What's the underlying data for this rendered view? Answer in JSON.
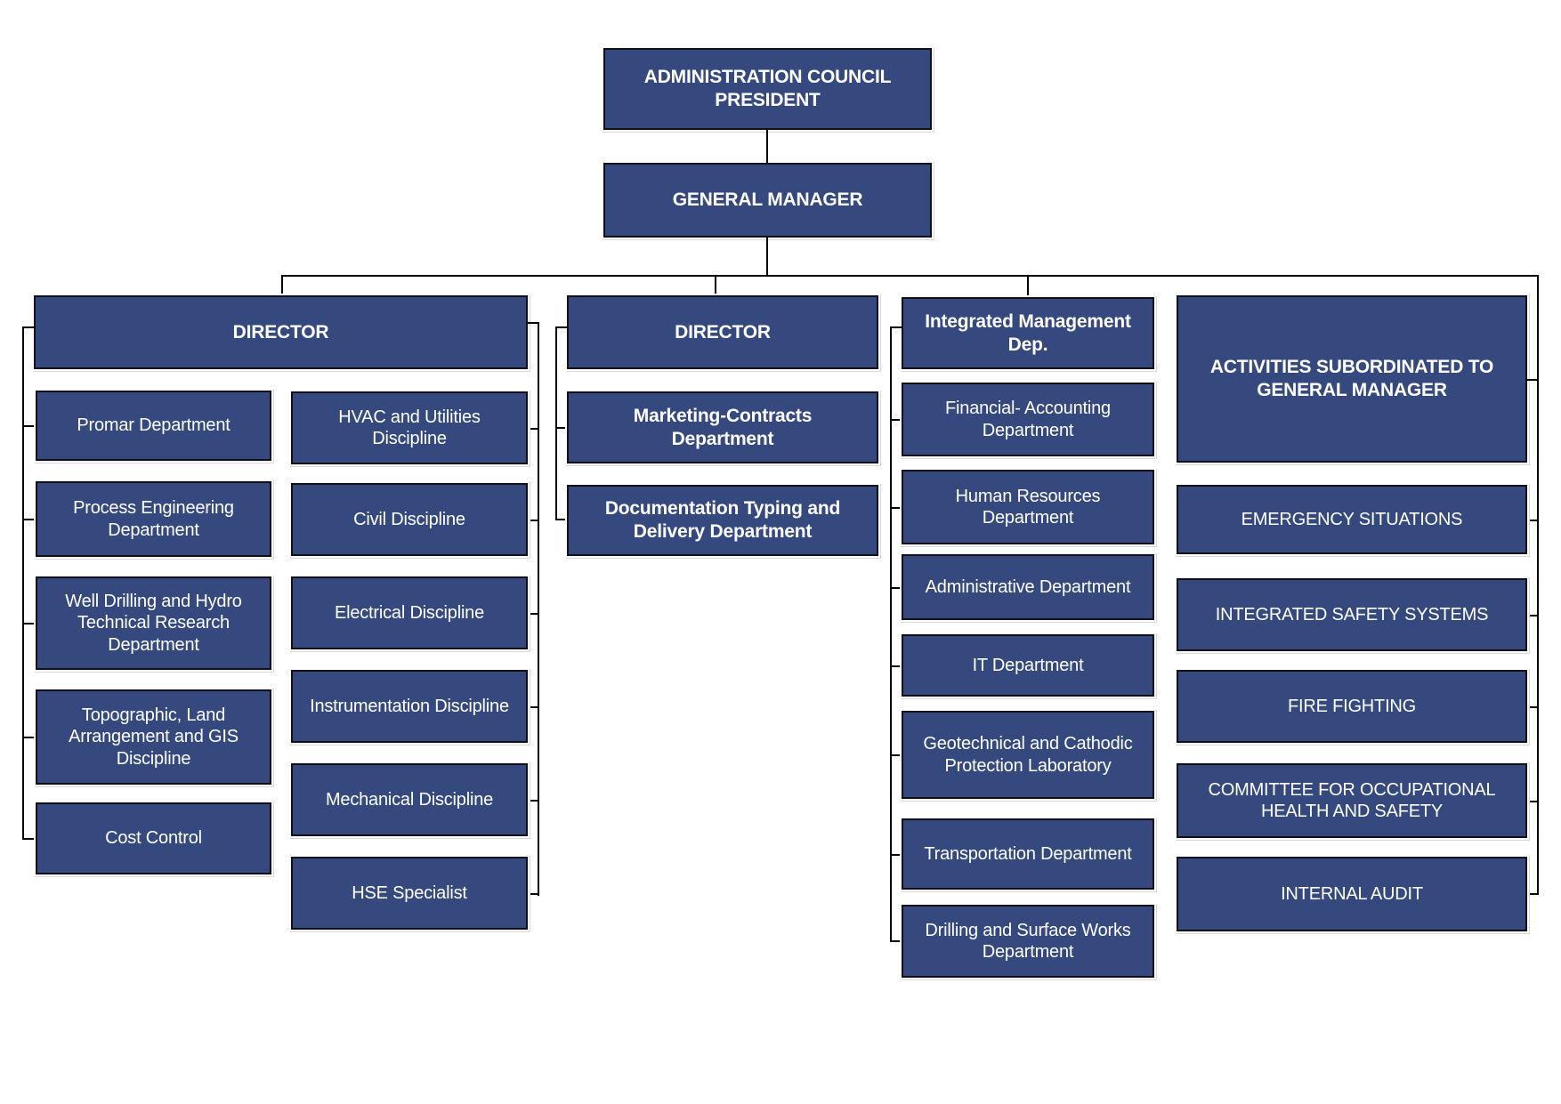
{
  "org": {
    "president": "ADMINISTRATION COUNCIL PRESIDENT",
    "general_manager": "GENERAL MANAGER",
    "branch1": {
      "header": "DIRECTOR",
      "left": [
        "Promar Department",
        "Process Engineering Department",
        "Well Drilling and Hydro Technical Research Department",
        "Topographic, Land Arrangement and GIS Discipline",
        "Cost Control"
      ],
      "right": [
        "HVAC and Utilities Discipline",
        "Civil Discipline",
        "Electrical Discipline",
        "Instrumentation Discipline",
        "Mechanical Discipline",
        "HSE Specialist"
      ]
    },
    "branch2": {
      "header": "DIRECTOR",
      "children": [
        "Marketing-Contracts Department",
        "Documentation Typing and Delivery Department"
      ]
    },
    "branch3": {
      "header": "Integrated Management Dep.",
      "children": [
        "Financial- Accounting Department",
        "Human Resources Department",
        "Administrative Department",
        "IT Department",
        "Geotechnical and Cathodic Protection Laboratory",
        "Transportation Department",
        "Drilling and Surface Works Department"
      ]
    },
    "branch4": {
      "header": "ACTIVITIES SUBORDINATED TO GENERAL MANAGER",
      "children": [
        "EMERGENCY SITUATIONS",
        "INTEGRATED SAFETY SYSTEMS",
        "FIRE FIGHTING",
        "COMMITTEE FOR OCCUPATIONAL HEALTH AND SAFETY",
        "INTERNAL AUDIT"
      ]
    }
  },
  "colors": {
    "box_fill": "#36497E",
    "box_border": "#10101A",
    "connector": "#000000",
    "box_text": "#FFFFFF",
    "background": "#FFFFFF"
  }
}
